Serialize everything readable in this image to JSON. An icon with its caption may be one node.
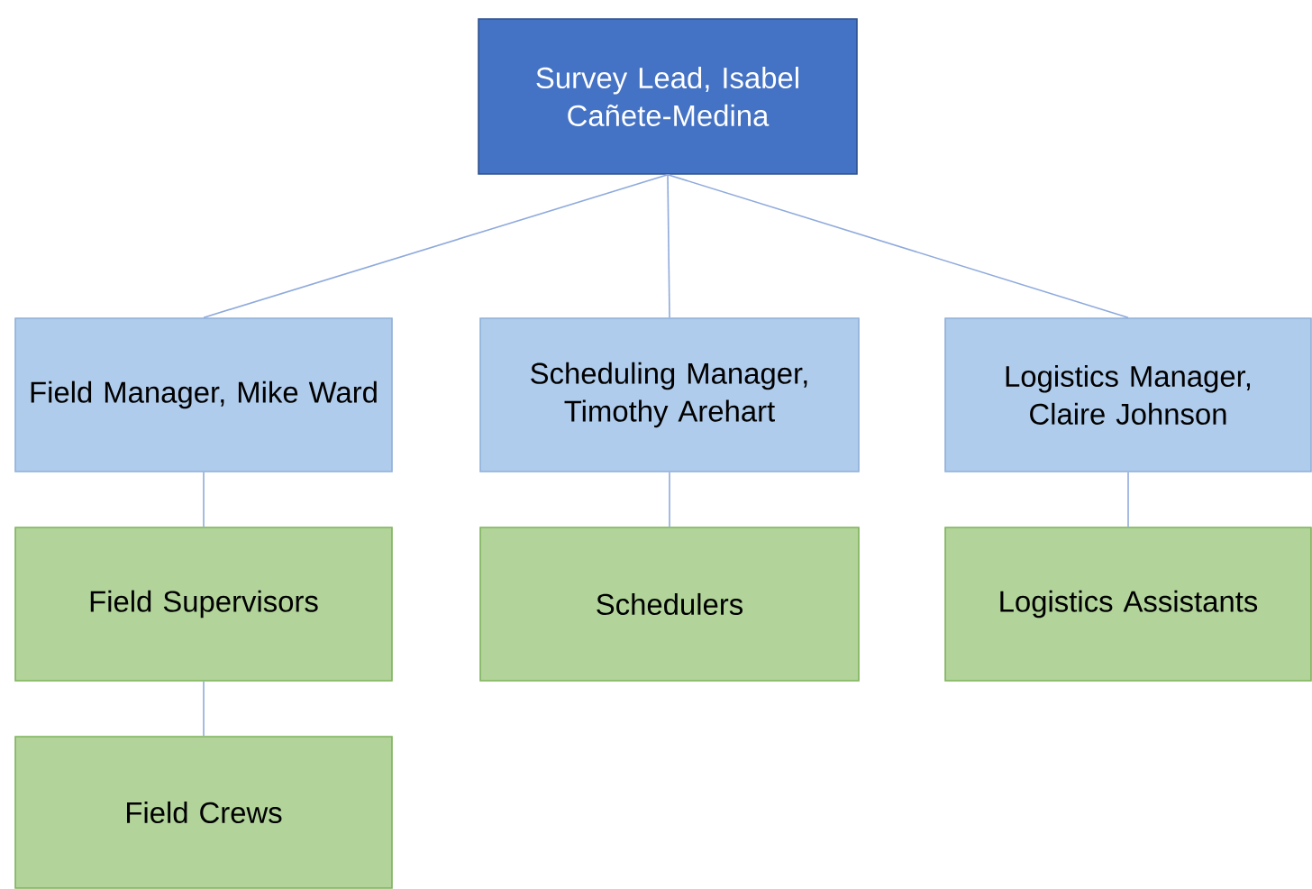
{
  "diagram": {
    "nodes": [
      {
        "text": [
          "Survey Lead, Isabel Cañete-Medina"
        ]
      },
      {
        "text": [
          "Field Manager, Mike Ward"
        ]
      },
      {
        "text": [
          "Scheduling Manager, Timothy Arehart"
        ]
      },
      {
        "text": [
          "Logistics Manager, Claire Johnson"
        ]
      },
      {
        "text": [
          "Field Supervisors"
        ]
      },
      {
        "text": [
          "Schedulers"
        ]
      },
      {
        "text": [
          "Logistics Assistants"
        ]
      },
      {
        "text": [
          "Field Crews"
        ]
      }
    ],
    "edges": [
      {
        "from": 0,
        "to": 1,
        "arrow": "none"
      },
      {
        "from": 0,
        "to": 2,
        "arrow": "none"
      },
      {
        "from": 0,
        "to": 3,
        "arrow": "none"
      },
      {
        "from": 1,
        "to": 4,
        "arrow": "none"
      },
      {
        "from": 2,
        "to": 5,
        "arrow": "none"
      },
      {
        "from": 3,
        "to": 6,
        "arrow": "none"
      },
      {
        "from": 4,
        "to": 7,
        "arrow": "none"
      }
    ]
  }
}
